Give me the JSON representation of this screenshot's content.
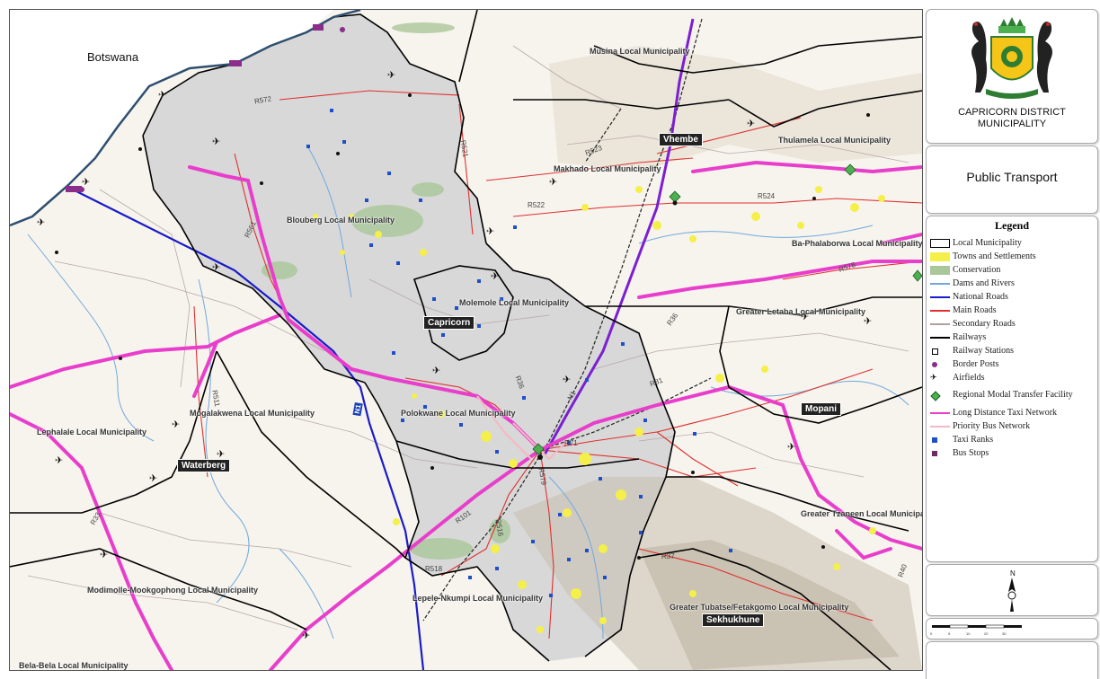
{
  "map": {
    "country_label": "Botswana",
    "district_labels": [
      "Capricorn",
      "Vhembe",
      "Mopani",
      "Waterberg",
      "Sekhukhune"
    ],
    "municipality_labels": [
      "Musina Local Municipality",
      "Makhado Local Municipality",
      "Thulamela Local Municipality",
      "Blouberg Local Municipality",
      "Molemole Local Municipality",
      "Greater Letaba Local Municipality",
      "Polokwane Local Municipality",
      "Mogalakwena Local Municipality",
      "Lephalale Local Municipality",
      "Greater Tzaneen Local Municipality",
      "Modimolle-Mookgophong Local Municipality",
      "Lepele-Nkumpi Local Municipality",
      "Greater Tubatse/Fetakgomo Local Municipality",
      "Bela-Bela Local Municipality",
      "Ba-Phalaborwa Local Municipality"
    ],
    "road_labels": [
      "R572",
      "R521",
      "R523",
      "R522",
      "R524",
      "R561",
      "R578",
      "R36",
      "R71",
      "R81",
      "R518",
      "R101",
      "R37",
      "R33",
      "R511",
      "R516",
      "R579",
      "R40",
      "N1",
      "R36"
    ],
    "highway_label": "N1"
  },
  "sidebar": {
    "org_line1": "CAPRICORN DISTRICT",
    "org_line2": "MUNICIPALITY",
    "title": "Public Transport",
    "legend_title": "Legend",
    "legend": [
      {
        "label": "Local Municipality",
        "type": "poly",
        "color": "#ffffff",
        "stroke": "#000000"
      },
      {
        "label": "Towns and Settlements",
        "type": "fill",
        "color": "#f5ef4a"
      },
      {
        "label": "Conservation",
        "type": "fill",
        "color": "#a9c79a"
      },
      {
        "label": "Dams and Rivers",
        "type": "line",
        "color": "#6fa8dc"
      },
      {
        "label": "National Roads",
        "type": "line",
        "color": "#1b1bc8"
      },
      {
        "label": "Main Roads",
        "type": "line",
        "color": "#e03030"
      },
      {
        "label": "Secondary Roads",
        "type": "line",
        "color": "#b0a0a0"
      },
      {
        "label": "Railways",
        "type": "line",
        "color": "#000000"
      },
      {
        "label": "Railway Stations",
        "type": "square-outline",
        "color": "#000000"
      },
      {
        "label": "Border Posts",
        "type": "dot",
        "color": "#8b2d8b"
      },
      {
        "label": "Airfields",
        "type": "plane",
        "color": "#000000"
      },
      {
        "label": "Regional Modal Transfer Facility",
        "type": "diamond",
        "color": "#4caf50"
      },
      {
        "label": "Long Distance Taxi Network",
        "type": "line",
        "color": "#e83ecb"
      },
      {
        "label": "Priority Bus Network",
        "type": "line",
        "color": "#f4b9c4"
      },
      {
        "label": "Taxi Ranks",
        "type": "square",
        "color": "#1f4ec9"
      },
      {
        "label": "Bus Stops",
        "type": "square",
        "color": "#6b2d63"
      }
    ]
  }
}
